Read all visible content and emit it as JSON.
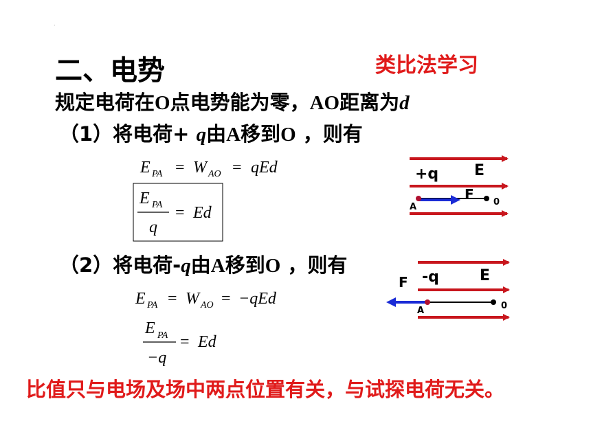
{
  "dot": ".",
  "heading": "二、电势",
  "tag": "类比法学习",
  "line1": {
    "prefix": "规定电荷在",
    "o": "O",
    "mid": "点电势能为零，",
    "ao": "AO",
    "dist": "距离为",
    "d": "d"
  },
  "step1": {
    "prefix": "（1）将电荷+ ",
    "q": "q",
    "mid": "由",
    "a": "A",
    "move": "移到",
    "o": "O",
    "tail": " ，则有"
  },
  "step2": {
    "prefix": "（2）将电荷-",
    "q": "q",
    "mid": "由",
    "a": "A",
    "move": "移到",
    "o": "O",
    "tail": " ，则有"
  },
  "formula1": {
    "E": "E",
    "pa": "PA",
    "eq1": "=",
    "W": "W",
    "ao": "AO",
    "eq2": "=",
    "rhs": "qEd"
  },
  "formula2": {
    "E": "E",
    "pa": "PA",
    "den": "q",
    "eq": "=",
    "rhs": "Ed"
  },
  "formula3": {
    "E": "E",
    "pa": "PA",
    "eq1": "=",
    "W": "W",
    "ao": "AO",
    "eq2": "=",
    "rhs": "−qEd"
  },
  "formula4": {
    "E": "E",
    "pa": "PA",
    "den": "−q",
    "eq": "=",
    "rhs": "Ed"
  },
  "diagram1": {
    "charge": "+q",
    "field": "E",
    "force": "F",
    "a": "A",
    "o": "0",
    "line_color": "#c8161d",
    "force_color": "#1a2bd6"
  },
  "diagram2": {
    "charge": "-q",
    "field": "E",
    "force": "F",
    "a": "A",
    "o": "0",
    "line_color": "#c8161d",
    "force_color": "#1a2bd6"
  },
  "conclusion": "比值只与电场及场中两点位置有关，与试探电荷无关。"
}
